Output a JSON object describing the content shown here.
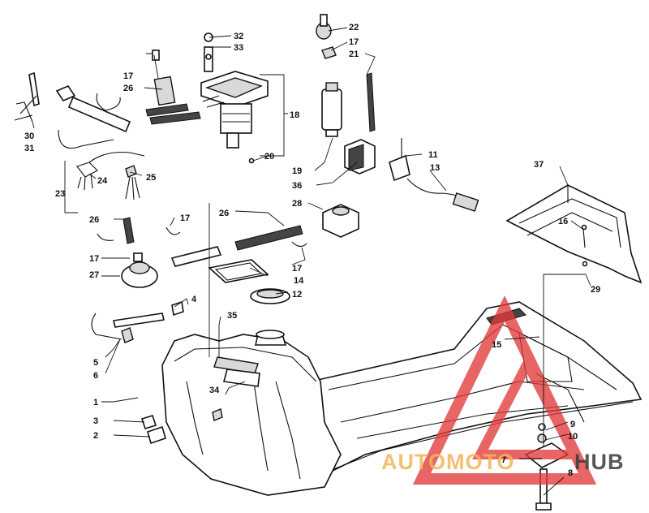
{
  "diagram": {
    "labels": [
      "1",
      "2",
      "3",
      "4",
      "5",
      "6",
      "7",
      "8",
      "9",
      "10",
      "11",
      "12",
      "13",
      "14",
      "15",
      "16",
      "17",
      "18",
      "19",
      "20",
      "21",
      "22",
      "23",
      "24",
      "25",
      "26",
      "27",
      "28",
      "29",
      "30",
      "31",
      "32",
      "33",
      "34",
      "35",
      "36",
      "37"
    ],
    "repeated_labels": {
      "17": 5,
      "26": 3
    }
  },
  "watermark": {
    "word_a": "AUTOMOTO",
    "word_b": "HUB",
    "color_a": "#f4b45a",
    "color_b": "#3a3a3a",
    "logo_color": "#e23a3a"
  }
}
